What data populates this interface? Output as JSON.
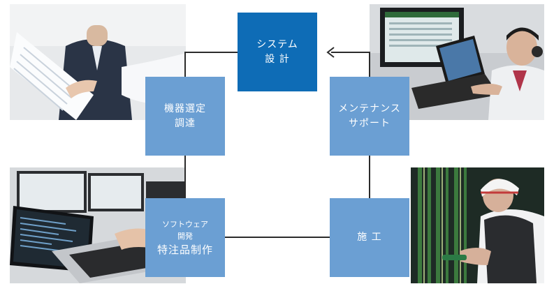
{
  "flow": {
    "system_design": [
      "システム",
      "設 計"
    ],
    "equipment": [
      "機器選定",
      "調達"
    ],
    "maintenance": [
      "メンテナンス",
      "サポート"
    ],
    "software": [
      "ソフトウェア",
      "開発"
    ],
    "special_products": "特注品制作",
    "construction": "施 工"
  },
  "colors": {
    "box_light": "#6b9fd3",
    "box_dark": "#0e6cb6",
    "connector": "#2b2b2b"
  },
  "icons": {
    "arrow": "arrow-left-icon"
  }
}
